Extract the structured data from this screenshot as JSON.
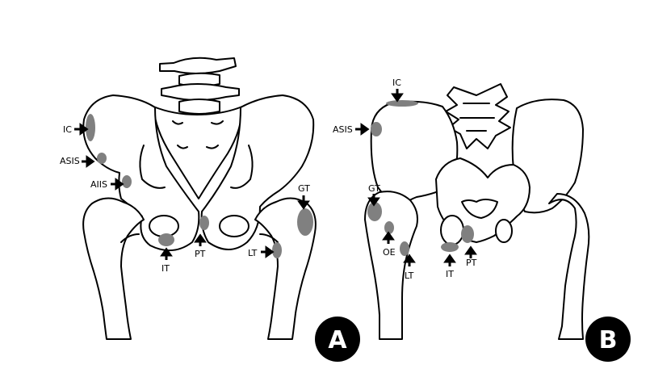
{
  "colors": {
    "outline": "#000000",
    "lesion": "#808080",
    "badge": "#000000",
    "badge_text": "#ffffff"
  },
  "panels": [
    {
      "badge": "A",
      "labels": {
        "ic": "IC",
        "asis": "ASIS",
        "aiis": "AIIS",
        "gt": "GT",
        "it": "IT",
        "pt": "PT",
        "lt": "LT"
      }
    },
    {
      "badge": "B",
      "labels": {
        "ic": "IC",
        "asis": "ASIS",
        "gt": "GT",
        "oe": "OE",
        "lt": "LT",
        "it": "IT",
        "pt": "PT"
      }
    }
  ]
}
